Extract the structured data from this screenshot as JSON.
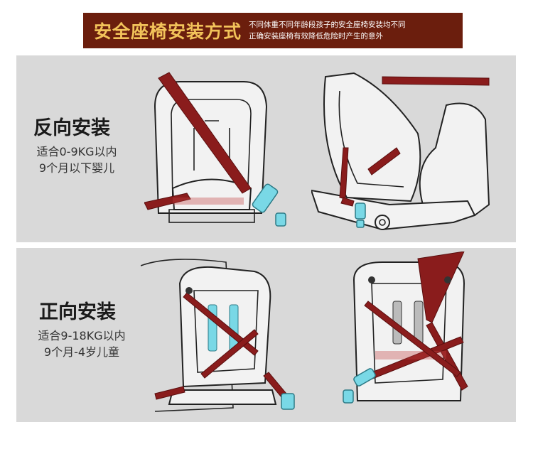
{
  "banner": {
    "title": "安全座椅安装方式",
    "subtitle_line1": "不同体重不同年龄段孩子的安全座椅安装均不同",
    "subtitle_line2": "正确安装座椅有效降低危险时产生的意外"
  },
  "rear_facing": {
    "title": "反向安装",
    "desc_line1": "适合0-9KG以内",
    "desc_line2": "9个月以下婴儿"
  },
  "forward_facing": {
    "title": "正向安装",
    "desc_line1": "适合9-18KG以内",
    "desc_line2": "9个月-4岁儿童"
  },
  "colors": {
    "banner_bg": "#6b1e0d",
    "banner_title": "#f2c35a",
    "panel_bg": "#d9d9d9",
    "belt": "#8a1c1c",
    "clip": "#79d8e6"
  }
}
